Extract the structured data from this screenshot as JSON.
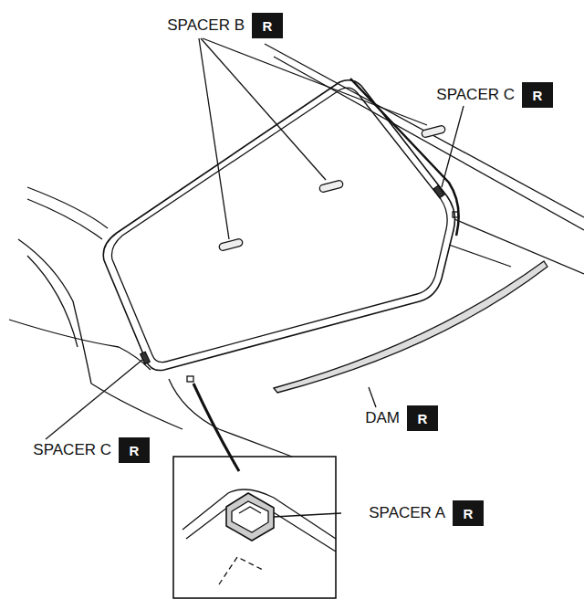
{
  "diagram": {
    "nodes": [
      {
        "text": [
          "R"
        ]
      },
      {
        "text": [
          "R"
        ]
      },
      {
        "text": [
          "R"
        ]
      },
      {
        "text": [
          "R"
        ]
      },
      {
        "text": [
          "R"
        ]
      }
    ],
    "labels": [
      "SPACER B",
      "SPACER C",
      "DAM",
      "SPACER C",
      "SPACER A"
    ]
  }
}
